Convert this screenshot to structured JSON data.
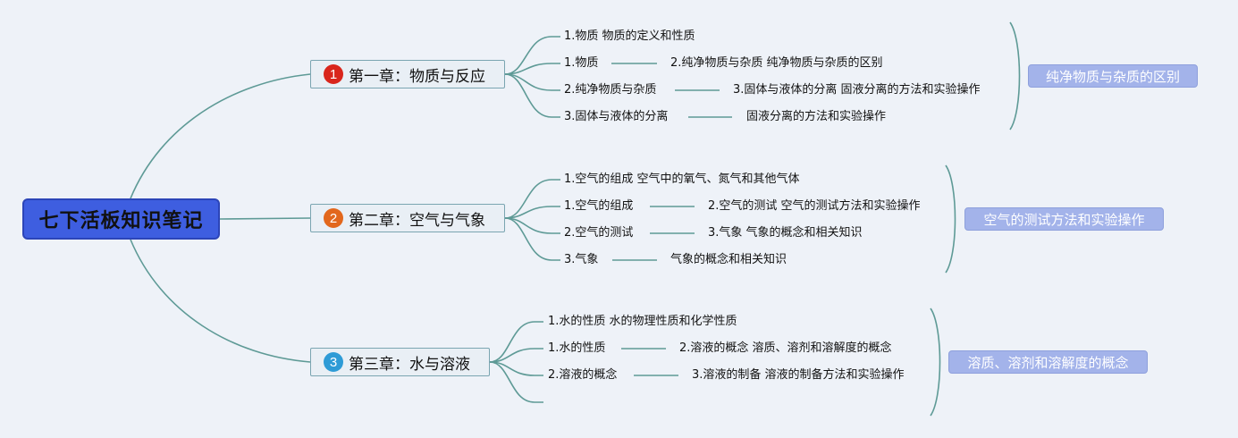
{
  "colors": {
    "root_bg": "#3e5ee0",
    "line": "#5e9a96",
    "chapter_bg": "#e9eff5",
    "summary_bg": "#a3b3ea",
    "badge1": "#d9261c",
    "badge2": "#e2671c",
    "badge3": "#2e9bd6"
  },
  "root": {
    "title": "七下活板知识笔记"
  },
  "chapters": [
    {
      "number": "1",
      "title": "第一章：物质与反应",
      "summary": "纯净物质与杂质的区别",
      "rows": [
        {
          "a": "1.物质 物质的定义和性质",
          "b": ""
        },
        {
          "a": "1.物质",
          "b": "2.纯净物质与杂质 纯净物质与杂质的区别"
        },
        {
          "a": "2.纯净物质与杂质",
          "b": "3.固体与液体的分离 固液分离的方法和实验操作"
        },
        {
          "a": "3.固体与液体的分离",
          "b": "固液分离的方法和实验操作"
        }
      ]
    },
    {
      "number": "2",
      "title": "第二章：空气与气象",
      "summary": "空气的测试方法和实验操作",
      "rows": [
        {
          "a": "1.空气的组成 空气中的氧气、氮气和其他气体",
          "b": ""
        },
        {
          "a": "1.空气的组成",
          "b": "2.空气的测试 空气的测试方法和实验操作"
        },
        {
          "a": "2.空气的测试",
          "b": "3.气象 气象的概念和相关知识"
        },
        {
          "a": "3.气象",
          "b": "气象的概念和相关知识"
        }
      ]
    },
    {
      "number": "3",
      "title": "第三章：水与溶液",
      "summary": "溶质、溶剂和溶解度的概念",
      "rows": [
        {
          "a": "1.水的性质 水的物理性质和化学性质",
          "b": ""
        },
        {
          "a": "1.水的性质",
          "b": "2.溶液的概念 溶质、溶剂和溶解度的概念"
        },
        {
          "a": "2.溶液的概念",
          "b": "3.溶液的制备 溶液的制备方法和实验操作"
        },
        {
          "a": "",
          "b": ""
        }
      ]
    }
  ]
}
